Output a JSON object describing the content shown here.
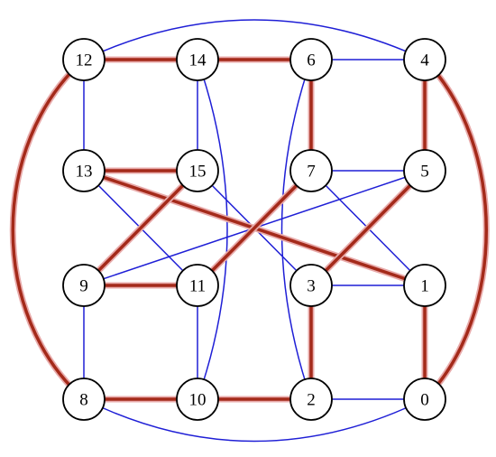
{
  "colors": {
    "thin_edge": "#1f1fd6",
    "highlight_edge": "#a42a1a",
    "highlight_halo": "#e8aaaa",
    "node_stroke": "#000000",
    "node_fill": "#ffffff",
    "label": "#000000"
  },
  "nodes": [
    {
      "id": "12",
      "label": "12"
    },
    {
      "id": "14",
      "label": "14"
    },
    {
      "id": "6",
      "label": "6"
    },
    {
      "id": "4",
      "label": "4"
    },
    {
      "id": "13",
      "label": "13"
    },
    {
      "id": "15",
      "label": "15"
    },
    {
      "id": "7",
      "label": "7"
    },
    {
      "id": "5",
      "label": "5"
    },
    {
      "id": "9",
      "label": "9"
    },
    {
      "id": "11",
      "label": "11"
    },
    {
      "id": "3",
      "label": "3"
    },
    {
      "id": "1",
      "label": "1"
    },
    {
      "id": "8",
      "label": "8"
    },
    {
      "id": "10",
      "label": "10"
    },
    {
      "id": "2",
      "label": "2"
    },
    {
      "id": "0",
      "label": "0"
    }
  ],
  "edges": [
    {
      "from": "12",
      "to": "13",
      "style": "thin"
    },
    {
      "from": "14",
      "to": "15",
      "style": "thin"
    },
    {
      "from": "6",
      "to": "4",
      "style": "thin"
    },
    {
      "from": "7",
      "to": "5",
      "style": "thin"
    },
    {
      "from": "3",
      "to": "1",
      "style": "thin"
    },
    {
      "from": "9",
      "to": "8",
      "style": "thin"
    },
    {
      "from": "11",
      "to": "10",
      "style": "thin"
    },
    {
      "from": "2",
      "to": "0",
      "style": "thin"
    },
    {
      "from": "13",
      "to": "11",
      "style": "thin"
    },
    {
      "from": "15",
      "to": "3",
      "style": "thin"
    },
    {
      "from": "7",
      "to": "1",
      "style": "thin"
    },
    {
      "from": "9",
      "to": "5",
      "style": "thin"
    },
    {
      "from": "12",
      "to": "4",
      "style": "thin",
      "curve": "top"
    },
    {
      "from": "8",
      "to": "0",
      "style": "thin",
      "curve": "bottom"
    },
    {
      "from": "14",
      "to": "10",
      "style": "thin",
      "curve": "right"
    },
    {
      "from": "6",
      "to": "2",
      "style": "thin",
      "curve": "left"
    },
    {
      "from": "12",
      "to": "14",
      "style": "bold"
    },
    {
      "from": "14",
      "to": "6",
      "style": "bold"
    },
    {
      "from": "6",
      "to": "7",
      "style": "bold"
    },
    {
      "from": "4",
      "to": "5",
      "style": "bold"
    },
    {
      "from": "13",
      "to": "15",
      "style": "bold"
    },
    {
      "from": "13",
      "to": "1",
      "style": "bold"
    },
    {
      "from": "15",
      "to": "9",
      "style": "bold"
    },
    {
      "from": "7",
      "to": "11",
      "style": "bold"
    },
    {
      "from": "5",
      "to": "3",
      "style": "bold"
    },
    {
      "from": "9",
      "to": "11",
      "style": "bold"
    },
    {
      "from": "3",
      "to": "2",
      "style": "bold"
    },
    {
      "from": "1",
      "to": "0",
      "style": "bold"
    },
    {
      "from": "8",
      "to": "10",
      "style": "bold"
    },
    {
      "from": "10",
      "to": "2",
      "style": "bold"
    },
    {
      "from": "12",
      "to": "8",
      "style": "bold",
      "curve": "outer-left"
    },
    {
      "from": "4",
      "to": "0",
      "style": "bold",
      "curve": "outer-right"
    }
  ]
}
